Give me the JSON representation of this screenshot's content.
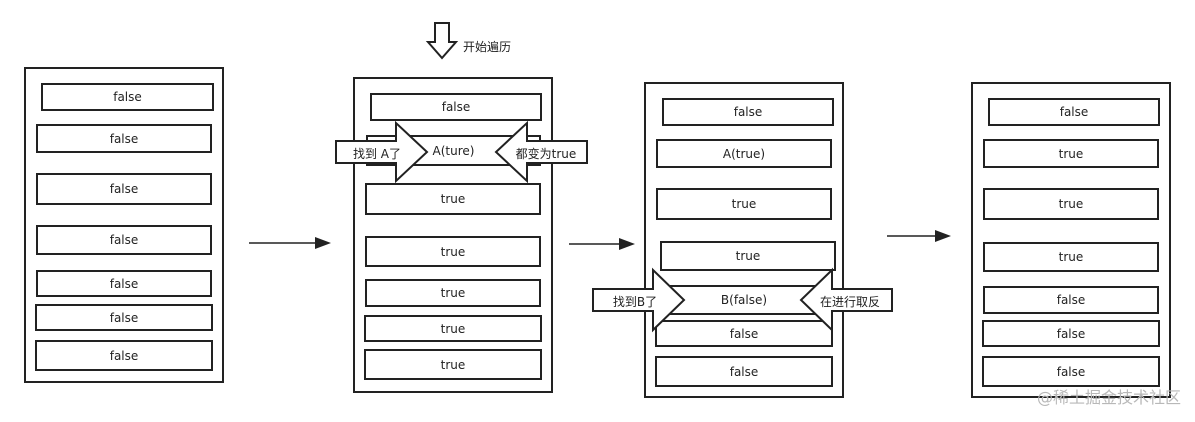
{
  "start": {
    "label": "开始遍历",
    "icon": "down-arrow-icon"
  },
  "panels": [
    {
      "items": [
        "false",
        "false",
        "false",
        "false",
        "false",
        "false",
        "false"
      ]
    },
    {
      "items": [
        "false",
        "A(ture)",
        "true",
        "true",
        "true",
        "true",
        "true"
      ]
    },
    {
      "items": [
        "false",
        "A(true)",
        "true",
        "true",
        "B(false)",
        "false",
        "false"
      ]
    },
    {
      "items": [
        "false",
        "true",
        "true",
        "true",
        "false",
        "false",
        "false"
      ]
    }
  ],
  "callouts": {
    "found_a": "找到 A了",
    "all_true": "都变为true",
    "found_b": "找到B了",
    "inverting": "在进行取反"
  },
  "watermark": "@稀土掘金技术社区"
}
